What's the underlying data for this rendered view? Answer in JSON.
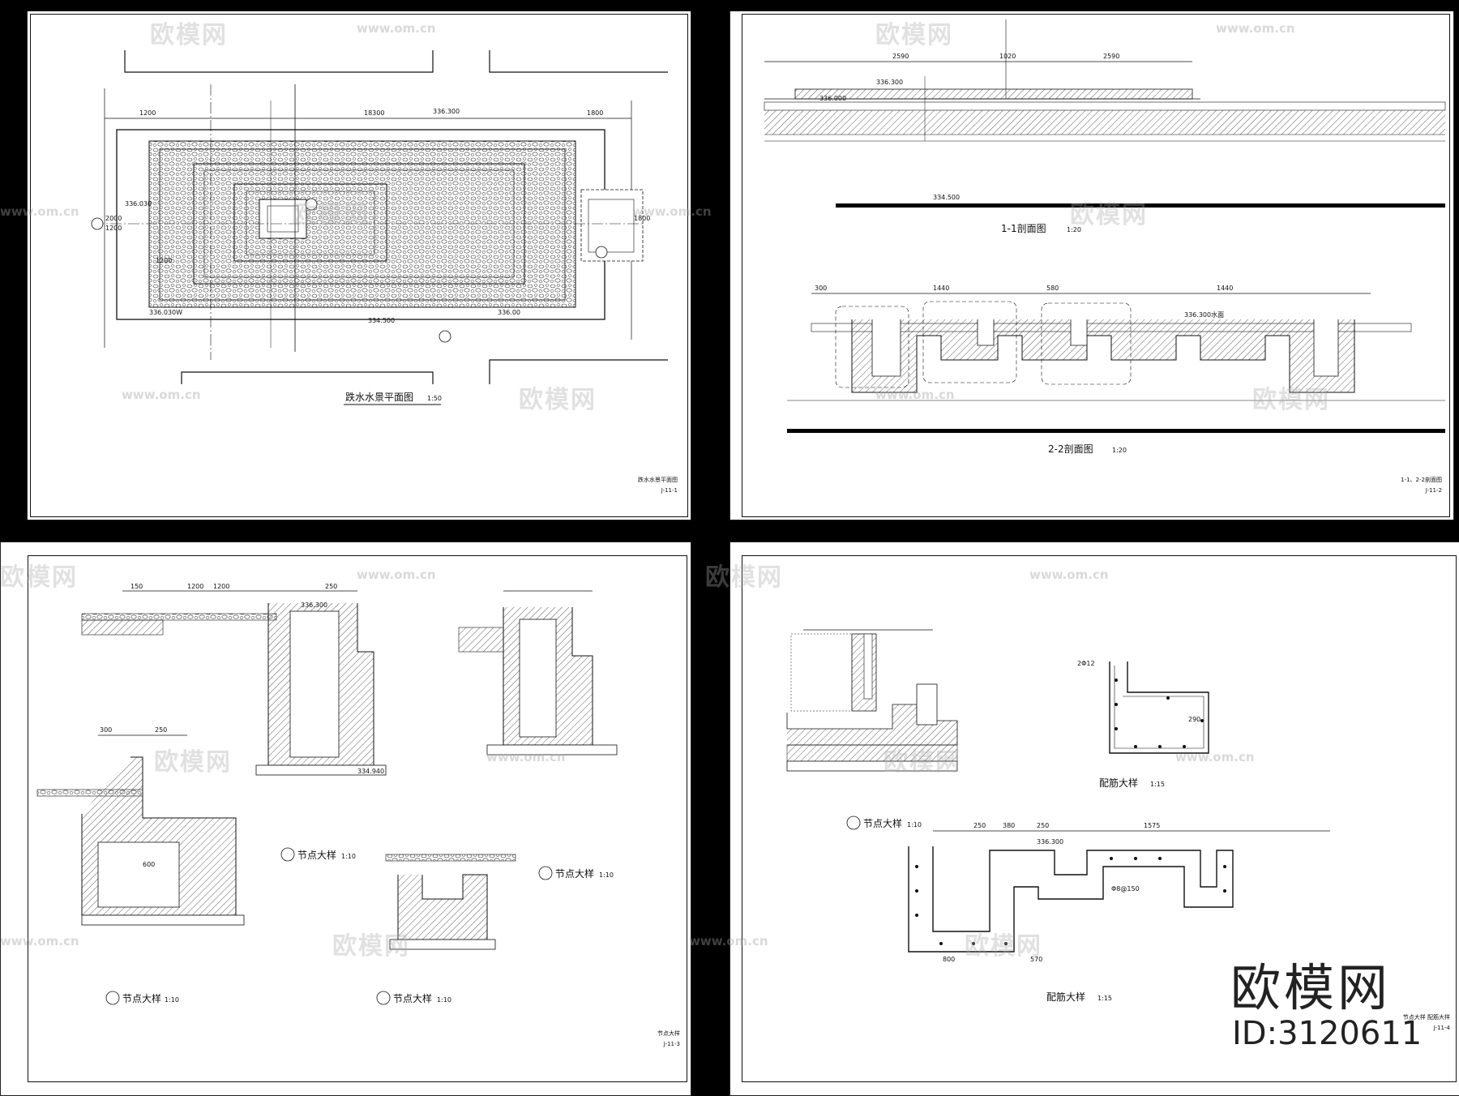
{
  "watermark": {
    "text": "欧模网",
    "url": "www.om.cn"
  },
  "brand": {
    "name": "欧模网",
    "id": "ID:3120611"
  },
  "sheets": [
    {
      "title": "跌水水景平面图",
      "scale": "1:50",
      "corner_title": "跌水水景平面图",
      "sheet_no": "J-11-1",
      "labels": [
        "18300",
        "1200",
        "1800",
        "1200",
        "336.300",
        "336.030",
        "336.00",
        "334.500",
        "2000",
        "1800",
        "1200",
        "336.030W"
      ]
    },
    {
      "title1": "1-1剖面图",
      "scale1": "1:20",
      "title2": "2-2剖面图",
      "scale2": "1:20",
      "corner_title": "1-1、2-2剖面图",
      "sheet_no": "J-11-2",
      "labels": [
        "2590",
        "2590",
        "1020",
        "336.300",
        "336.000",
        "334.500",
        "1440",
        "580",
        "1440",
        "300",
        "336.300水面"
      ]
    },
    {
      "node1": "节点大样",
      "scale1": "1:10",
      "node2": "节点大样",
      "scale2": "1:10",
      "node3": "节点大样",
      "scale3": "1:10",
      "node4": "节点大样",
      "scale4": "1:10",
      "corner_title": "节点大样",
      "sheet_no": "J-11-3",
      "labels": [
        "1200",
        "1200",
        "250",
        "150",
        "336.300",
        "334.940",
        "300",
        "250",
        "600"
      ]
    },
    {
      "node5": "节点大样",
      "scale5": "1:10",
      "rebar1": "配筋大样",
      "rebar_scale1": "1:15",
      "rebar2": "配筋大样",
      "rebar_scale2": "1:15",
      "corner_title": "节点大样 配筋大样",
      "sheet_no": "J-11-4",
      "labels": [
        "250",
        "380",
        "250",
        "336.300",
        "290",
        "1575",
        "800",
        "570",
        "Φ8@150",
        "2Φ12"
      ]
    }
  ]
}
